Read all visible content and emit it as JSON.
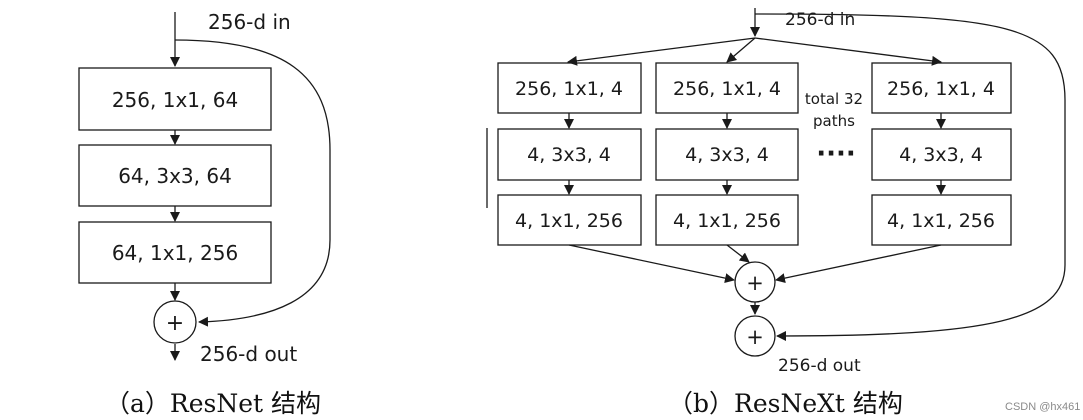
{
  "resnet": {
    "input_label": "256-d in",
    "layers": [
      "256, 1x1, 64",
      "64, 3x3, 64",
      "64, 1x1, 256"
    ],
    "sum_symbol": "+",
    "output_label": "256-d out",
    "caption": "（a）ResNet 结构"
  },
  "resnext": {
    "input_label": "256-d in",
    "paths": [
      [
        "256, 1x1, 4",
        "4, 3x3, 4",
        "4, 1x1, 256"
      ],
      [
        "256, 1x1, 4",
        "4, 3x3, 4",
        "4, 1x1, 256"
      ],
      [
        "256, 1x1, 4",
        "4, 3x3, 4",
        "4, 1x1, 256"
      ]
    ],
    "total_label_line1": "total 32",
    "total_label_line2": "paths",
    "ellipsis": "····",
    "sum_symbol_1": "+",
    "sum_symbol_2": "+",
    "output_label": "256-d out",
    "caption": "（b）ResNeXt 结构"
  },
  "watermark": "CSDN @hx461"
}
